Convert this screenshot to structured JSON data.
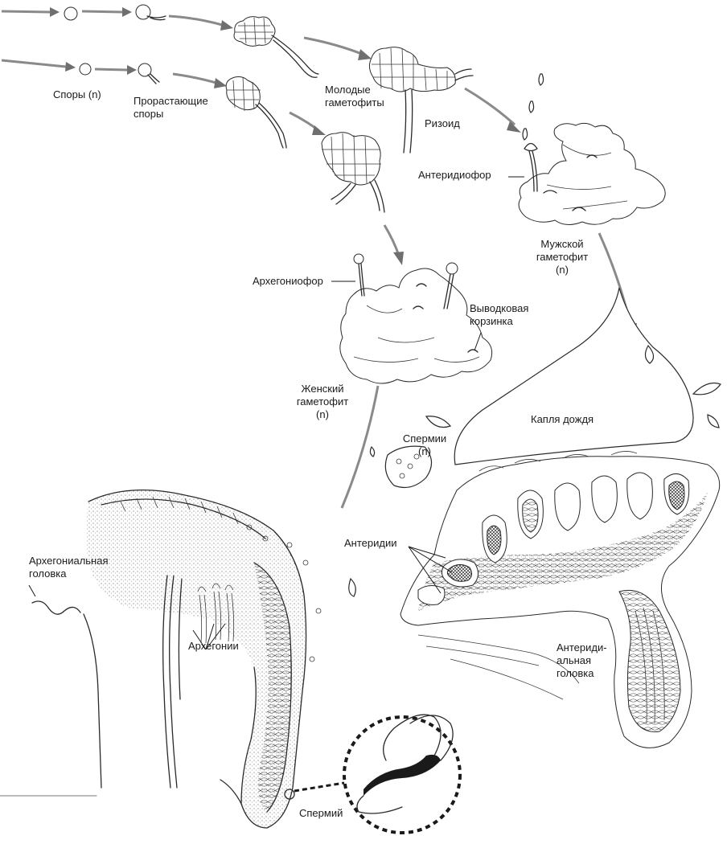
{
  "labels": {
    "spores": "Споры",
    "spores_n": "(n)",
    "germinating_1": "Прорастающие",
    "germinating_2": "споры",
    "young_1": "Молодые",
    "young_2": "гаметофиты",
    "rhizoid": "Ризоид",
    "antheridiophore": "Антеридиофор",
    "male_1": "Мужской",
    "male_2": "гаметофит",
    "male_n": "(n)",
    "archegoniophore": "Архегониофор",
    "cup_1": "Выводковая",
    "cup_2": "корзинка",
    "female_1": "Женский",
    "female_2": "гаметофит",
    "female_n": "(n)",
    "raindrop": "Капля дождя",
    "sperms": "Спермии",
    "sperms_n": "(n)",
    "antheridia": "Антеридии",
    "arch_head_1": "Архегониальная",
    "arch_head_2": "головка",
    "archegonia": "Архегонии",
    "anth_head_1": "Антериди-",
    "anth_head_2": "альная",
    "anth_head_3": "головка",
    "sperm": "Спермий"
  },
  "colors": {
    "ink": "#2a2a2a",
    "arrow": "#8a8a8a",
    "background": "#ffffff"
  }
}
